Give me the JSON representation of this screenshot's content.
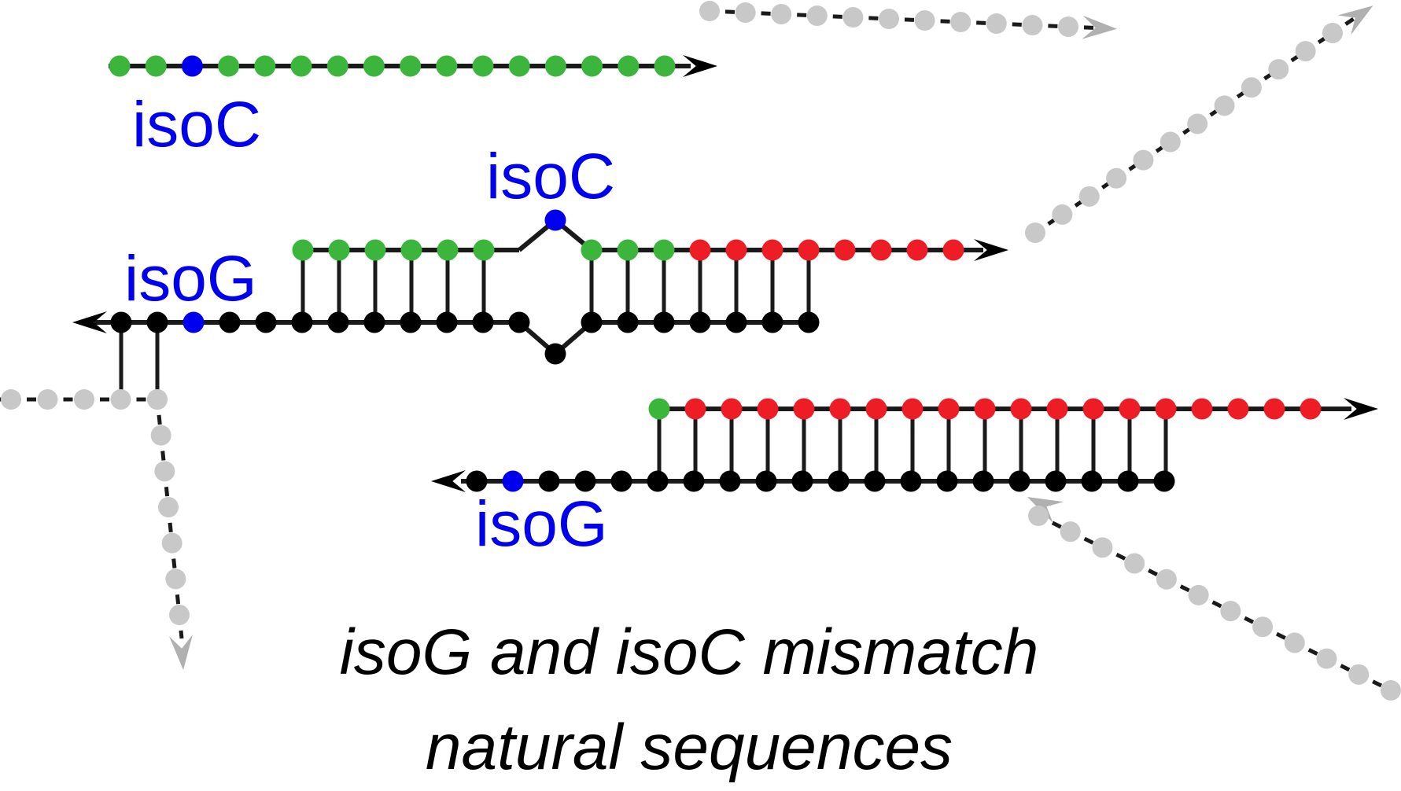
{
  "labels": {
    "isoc_top": "isoC",
    "isoc_bulge": "isoC",
    "isog_upper": "isoG",
    "isog_lower": "isoG"
  },
  "caption": {
    "line1": "isoG and isoC mismatch",
    "line2": "natural sequences"
  },
  "colors": {
    "natural_green": "#3cb53c",
    "iso_blue": "#0000ee",
    "red": "#ee1c24",
    "template_black": "#000000",
    "background_strand_gray": "#c8c8c8",
    "arrow_gray": "#b0b0b0",
    "backbone": "#1a1a1a"
  }
}
